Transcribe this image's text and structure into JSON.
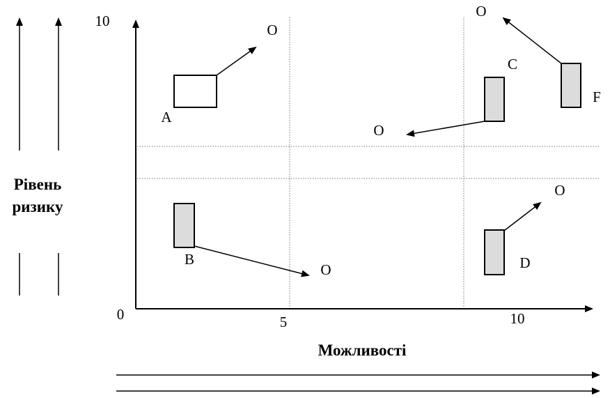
{
  "axes": {
    "y_max_label": "10",
    "origin_label": "0",
    "x_mid_label": "5",
    "x_max_label": "10"
  },
  "titles": {
    "y_title_line1": "Рівень",
    "y_title_line2": "ризику",
    "x_title": "Можливості"
  },
  "items": {
    "A": {
      "label": "A",
      "target": "O"
    },
    "B": {
      "label": "B",
      "target": "O"
    },
    "C": {
      "label": "C",
      "target": "O"
    },
    "D": {
      "label": "D",
      "target": "O"
    },
    "F": {
      "label": "F",
      "target": "O"
    }
  }
}
